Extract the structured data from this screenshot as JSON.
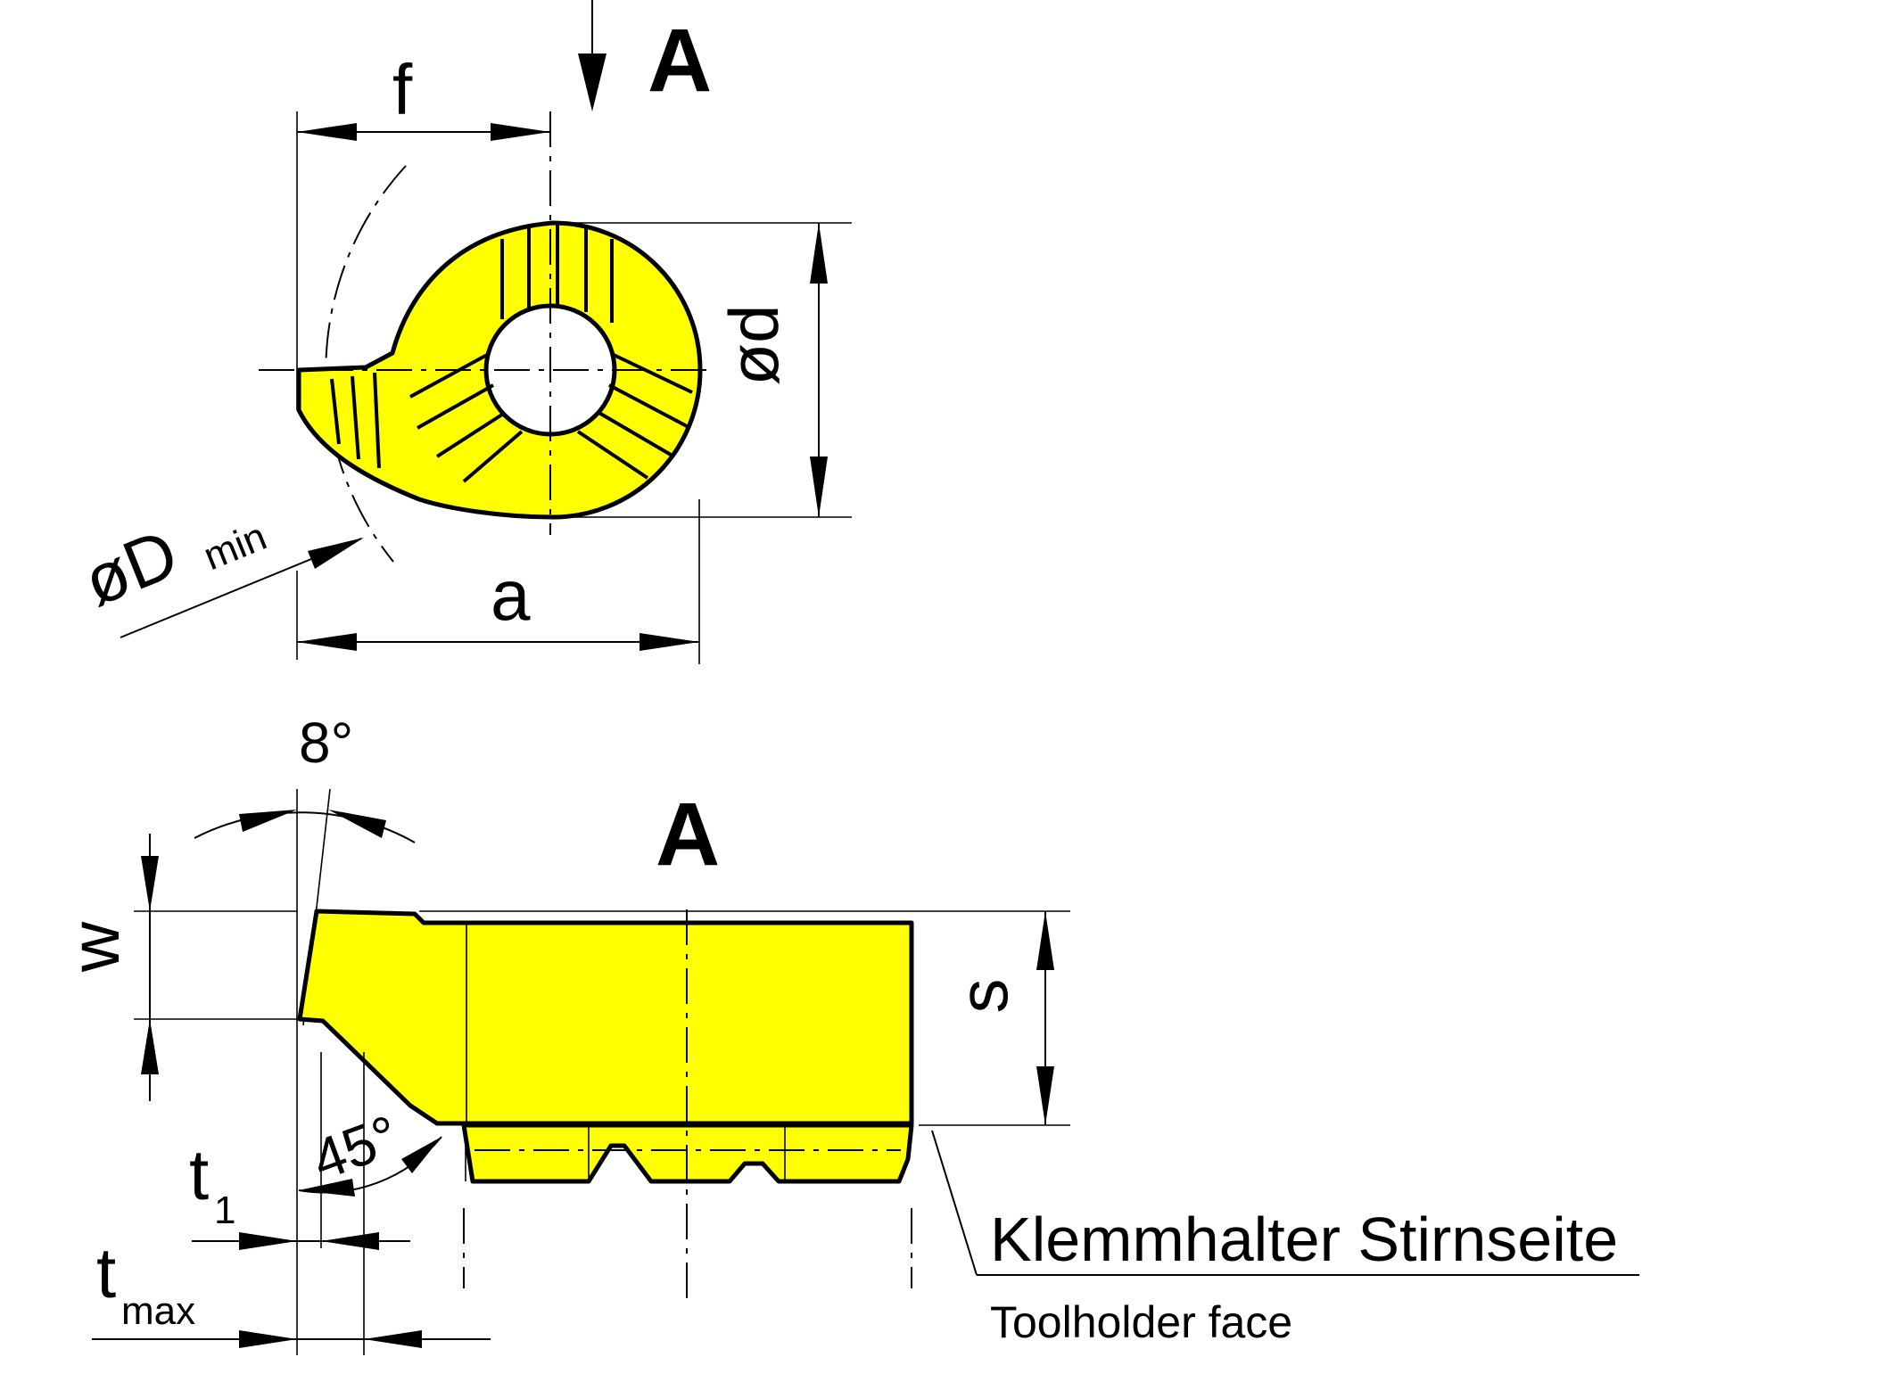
{
  "top_view": {
    "view_label": "A",
    "dim_f": "f",
    "dim_d": "ød",
    "dim_a": "a",
    "dim_dmin": "øD",
    "dim_dmin_sub": "min"
  },
  "side_view": {
    "view_label": "A",
    "angle_top": "8°",
    "angle_chamfer": "45°",
    "dim_w": "w",
    "dim_s": "s",
    "dim_t1": "t",
    "dim_t1_sub": "1",
    "dim_tmax": "t",
    "dim_tmax_sub": "max"
  },
  "callout": {
    "label_de": "Klemmhalter Stirnseite",
    "label_en": "Toolholder face"
  },
  "colors": {
    "insert_fill": "#ffff00",
    "line": "#000000"
  }
}
